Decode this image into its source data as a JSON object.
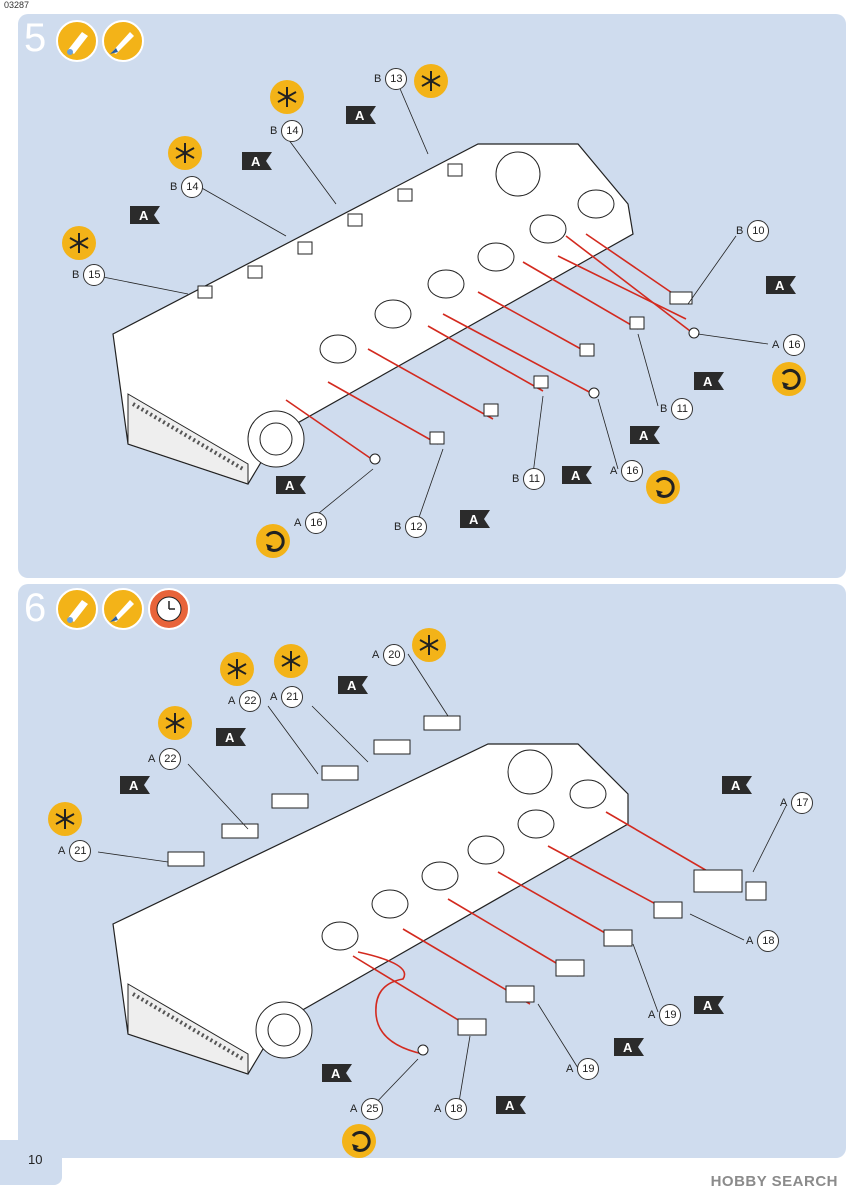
{
  "doc_code": "03287",
  "page_number": "10",
  "watermark": "HOBBY SEARCH",
  "step5": {
    "number": "5",
    "icons": [
      "glue-icon",
      "paint-brush-icon"
    ],
    "part_labels": [
      {
        "sprue": "B",
        "num": "13"
      },
      {
        "sprue": "B",
        "num": "14"
      },
      {
        "sprue": "B",
        "num": "14"
      },
      {
        "sprue": "B",
        "num": "15"
      },
      {
        "sprue": "B",
        "num": "10"
      },
      {
        "sprue": "A",
        "num": "16"
      },
      {
        "sprue": "B",
        "num": "11"
      },
      {
        "sprue": "B",
        "num": "11"
      },
      {
        "sprue": "A",
        "num": "16"
      },
      {
        "sprue": "A",
        "num": "16"
      },
      {
        "sprue": "B",
        "num": "12"
      }
    ],
    "flag_letter": "A"
  },
  "step6": {
    "number": "6",
    "icons": [
      "glue-icon",
      "paint-brush-icon",
      "clock-icon"
    ],
    "part_labels": [
      {
        "sprue": "A",
        "num": "20"
      },
      {
        "sprue": "A",
        "num": "22"
      },
      {
        "sprue": "A",
        "num": "21"
      },
      {
        "sprue": "A",
        "num": "22"
      },
      {
        "sprue": "A",
        "num": "21"
      },
      {
        "sprue": "A",
        "num": "17"
      },
      {
        "sprue": "A",
        "num": "18"
      },
      {
        "sprue": "A",
        "num": "19"
      },
      {
        "sprue": "A",
        "num": "19"
      },
      {
        "sprue": "A",
        "num": "25"
      },
      {
        "sprue": "A",
        "num": "18"
      }
    ],
    "flag_letter": "A"
  }
}
